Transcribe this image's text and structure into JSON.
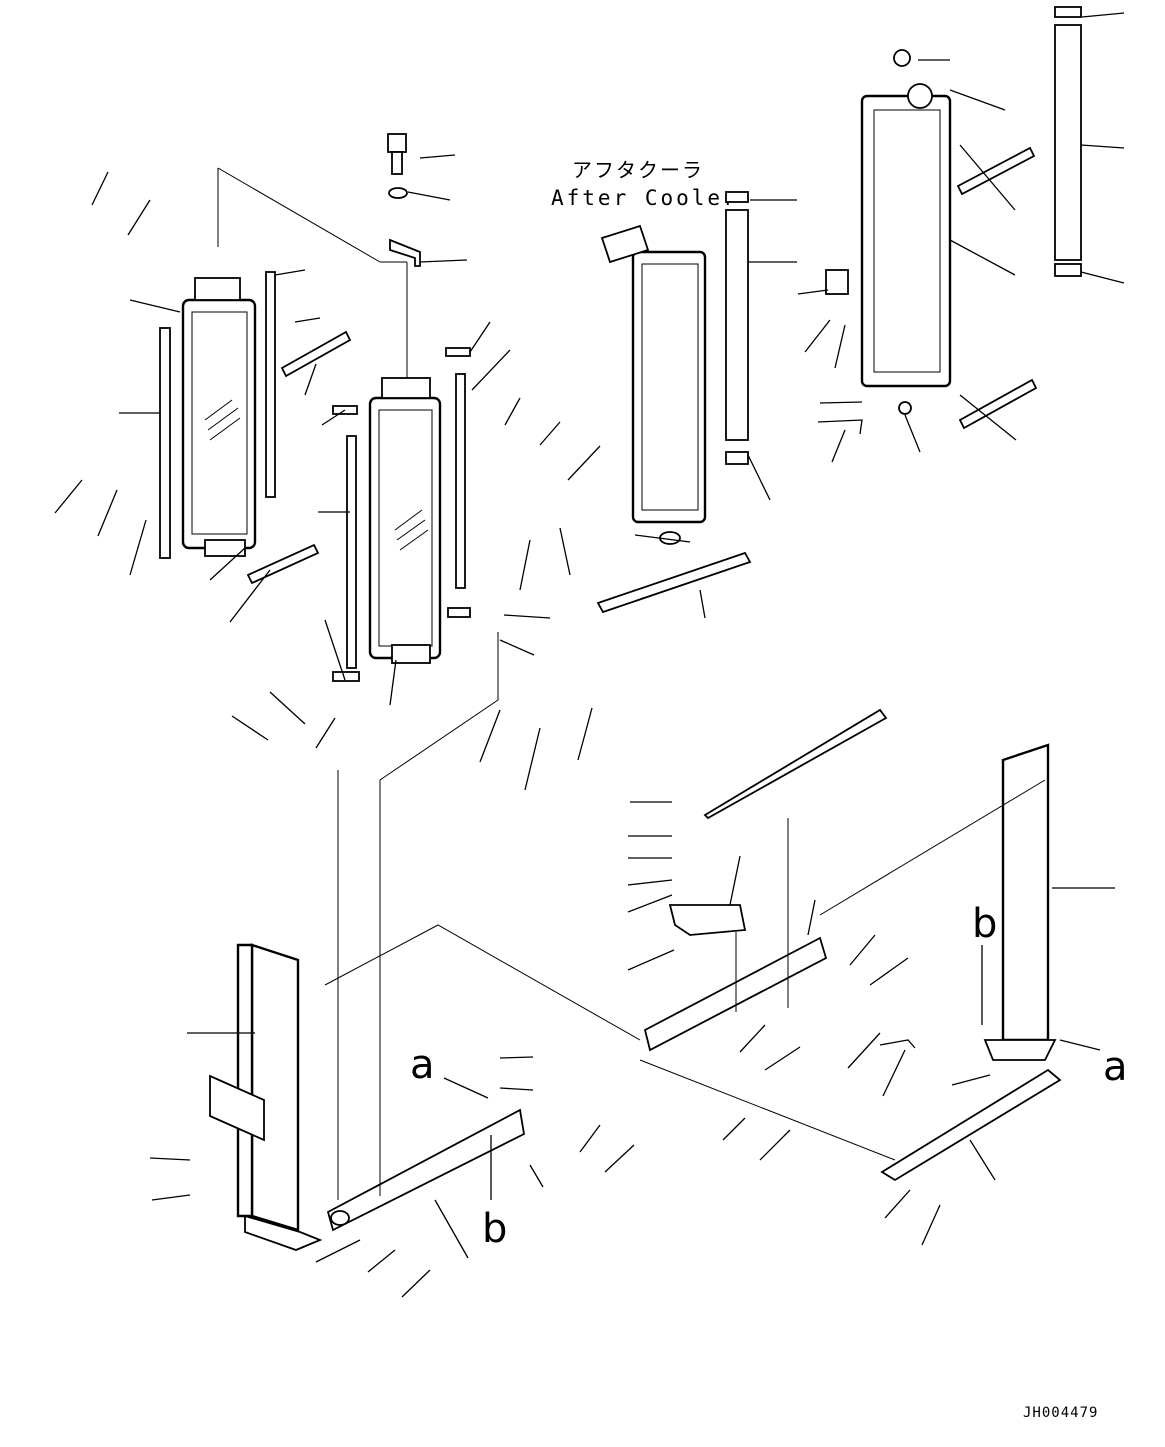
{
  "labels": {
    "aftercooler_jp": "アフタクーラ",
    "aftercooler_en": "After Cooler",
    "ref_a": "a",
    "ref_b": "b",
    "drawing_code": "JH004479"
  }
}
